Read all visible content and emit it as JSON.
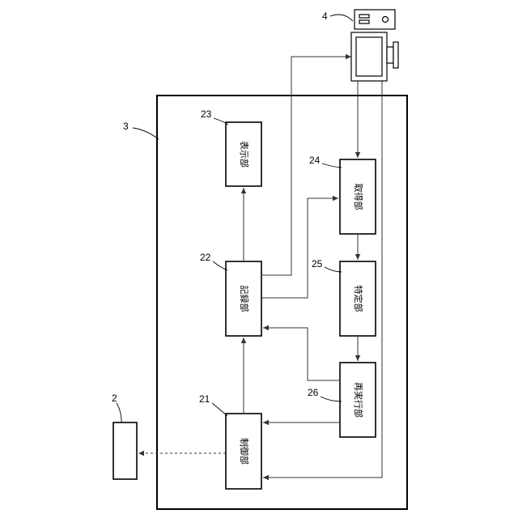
{
  "blocks": {
    "display": "表示部",
    "acquire": "取得部",
    "record": "記録部",
    "identify": "特定部",
    "control": "制御部",
    "replay": "再実行部"
  },
  "refs": {
    "device": "2",
    "system": "3",
    "terminal": "4",
    "control": "21",
    "record": "22",
    "display": "23",
    "acquire": "24",
    "identify": "25",
    "replay": "26"
  },
  "icons": {
    "terminal": "computer-terminal-icon"
  }
}
